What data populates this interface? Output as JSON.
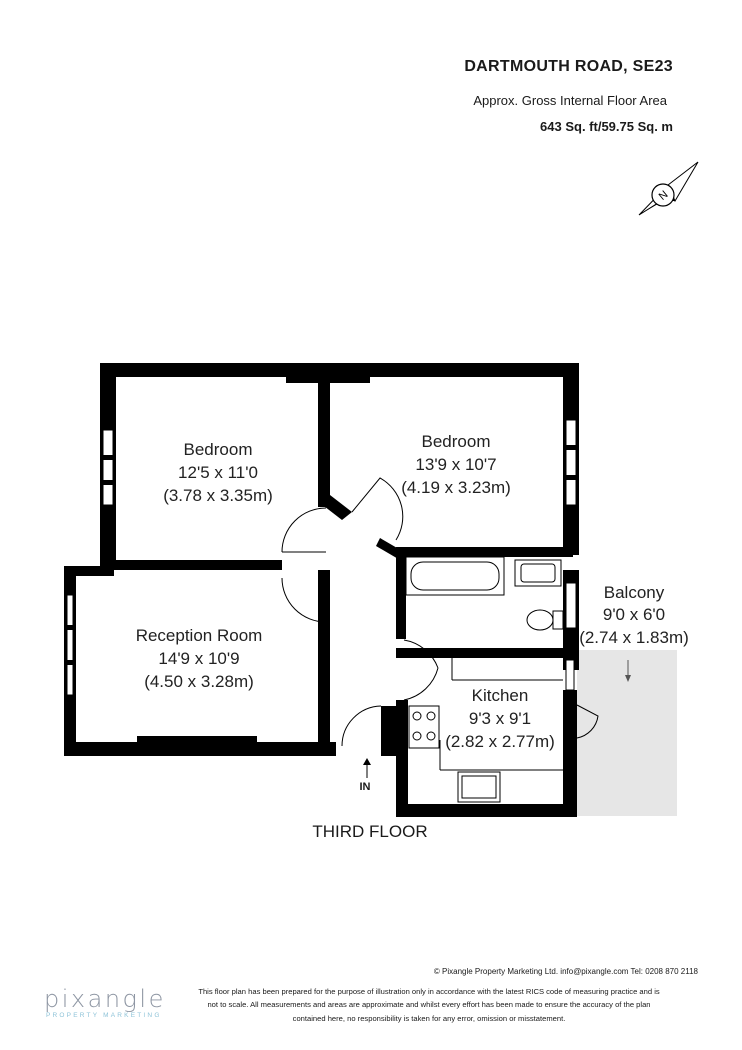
{
  "header": {
    "title": "DARTMOUTH ROAD, SE23",
    "area_label": "Approx. Gross Internal Floor Area",
    "area_value": "643 Sq. ft/59.75 Sq. m"
  },
  "compass": {
    "letter": "N",
    "icon": "compass-icon"
  },
  "rooms": {
    "bedroom1": {
      "name": "Bedroom",
      "imperial": "12'5 x 11'0",
      "metric": "(3.78 x 3.35m)"
    },
    "bedroom2": {
      "name": "Bedroom",
      "imperial": "13'9 x 10'7",
      "metric": "(4.19 x 3.23m)"
    },
    "reception": {
      "name": "Reception Room",
      "imperial": "14'9 x 10'9",
      "metric": "(4.50 x 3.28m)"
    },
    "kitchen": {
      "name": "Kitchen",
      "imperial": "9'3 x 9'1",
      "metric": "(2.82 x 2.77m)"
    },
    "balcony": {
      "name": "Balcony",
      "imperial": "9'0 x 6'0",
      "metric": "(2.74 x 1.83m)"
    }
  },
  "entrance_label": "IN",
  "floor_label": "THIRD FLOOR",
  "footer": {
    "contact": "© Pixangle Property Marketing Ltd. info@pixangle.com Tel: 0208 870 2118",
    "disclaimer": [
      "This floor plan has been prepared for the purpose of illustration only in accordance with the latest RICS code of measuring practice and is",
      "not to scale. All measurements and areas are approximate and whilst every effort has been made to ensure the accuracy of the plan",
      "contained here, no responsibility is taken for any error, omission or misstatement."
    ],
    "logo": "pixangle",
    "logo_sub": "PROPERTY MARKETING"
  },
  "colors": {
    "wall": "#000000",
    "balcony_fill": "#e6e6e6",
    "logo_grey": "#8e96a3",
    "logo_blue": "#8ec3d8"
  }
}
